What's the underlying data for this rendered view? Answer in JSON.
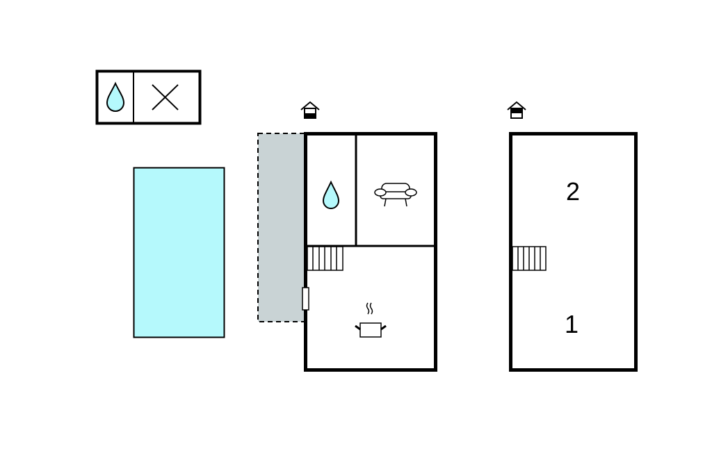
{
  "legend": {
    "items": [
      "bathroom",
      "other"
    ]
  },
  "upper_floor_plan": {
    "rooms": [
      "2",
      "1"
    ]
  },
  "colors": {
    "pool": "#b5f9fc",
    "terrace": "#c9d3d5",
    "wall": "#000000",
    "drop": "#b5f9fc"
  }
}
